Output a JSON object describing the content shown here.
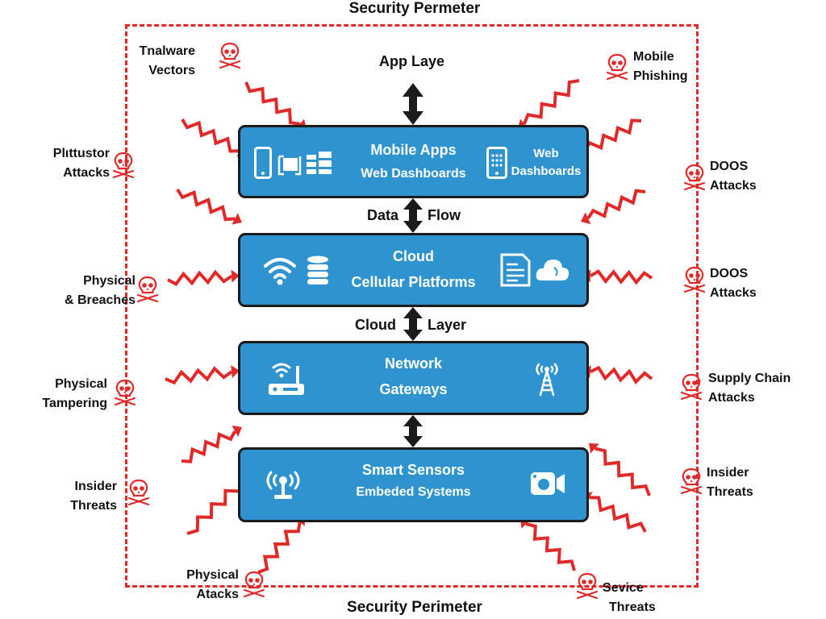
{
  "diagram": {
    "top_title": "Security Permeter",
    "bottom_title": "Security Perimeter",
    "colors": {
      "layer_fill": "#2f93d0",
      "threat_red": "#e02a2a",
      "border": "#1b1b1b"
    },
    "connectors": {
      "top": "App Laye",
      "data_flow": {
        "left": "Data",
        "right": "Flow"
      },
      "cloud_layer": {
        "left": "Cloud",
        "right": "Layer"
      }
    },
    "layers": [
      {
        "line1": "Mobile Apps",
        "line2": "Web Dashboards",
        "right_label_1": "Web",
        "right_label_2": "Dashboards",
        "left_icons": [
          "smartphone-icon",
          "screens-icon",
          "servers-icon"
        ],
        "right_icons": [
          "tablet-icon"
        ]
      },
      {
        "line1": "Cloud",
        "line2": "Cellular Platforms",
        "left_icons": [
          "wifi-icon",
          "database-icon"
        ],
        "right_icons": [
          "document-icon",
          "cloud-icon"
        ]
      },
      {
        "line1": "Network",
        "line2": "Gateways",
        "left_icons": [
          "router-icon"
        ],
        "right_icons": [
          "cell-tower-icon"
        ]
      },
      {
        "line1": "Smart Sensors",
        "line2": "Embeded Systems",
        "left_icons": [
          "sensor-antenna-icon"
        ],
        "right_icons": [
          "video-camera-icon"
        ]
      }
    ],
    "threats": [
      {
        "line1": "Tnalware",
        "line2": "Vectors"
      },
      {
        "line1": "Mobile",
        "line2": "Phishing"
      },
      {
        "line1": "Plιttustor",
        "line2": "Attacks"
      },
      {
        "line1": "DOOS",
        "line2": "Attacks"
      },
      {
        "line1": "Physical",
        "line2": "& Breaches"
      },
      {
        "line1": "DOOS",
        "line2": "Attacks"
      },
      {
        "line1": "Physical",
        "line2": "Tampering"
      },
      {
        "line1": "Supply Chain",
        "line2": "Attacks"
      },
      {
        "line1": "Insider",
        "line2": "Threats"
      },
      {
        "line1": "Insider",
        "line2": "Threats"
      },
      {
        "line1": "Physical",
        "line2": "Atacks"
      },
      {
        "line1": "Sevice",
        "line2": "Threats"
      }
    ]
  }
}
